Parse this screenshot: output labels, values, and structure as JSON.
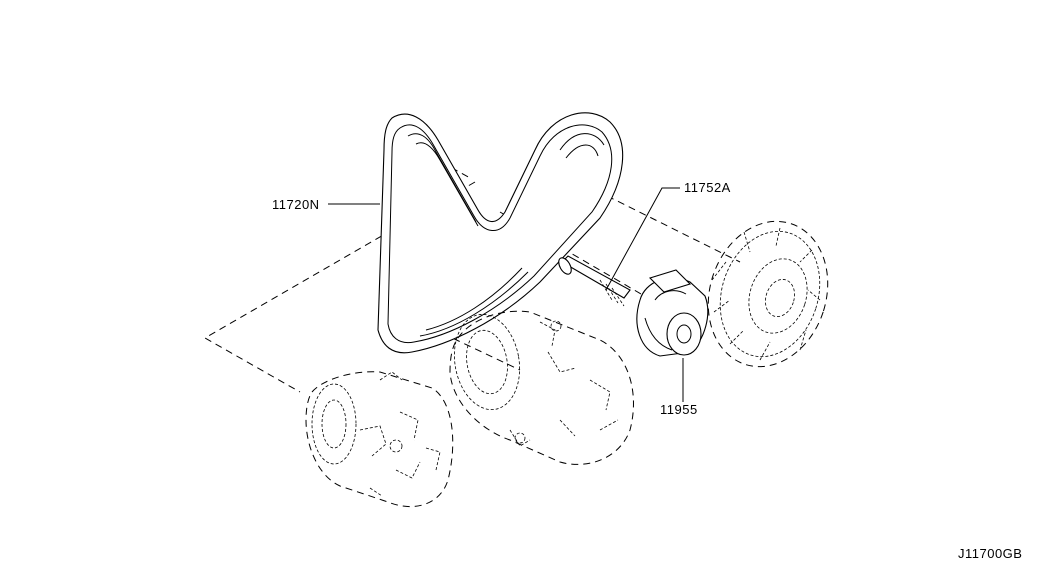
{
  "labels": {
    "belt": "11720N",
    "bolt": "11752A",
    "tensioner": "11955",
    "diagram_code": "J11700GB"
  }
}
